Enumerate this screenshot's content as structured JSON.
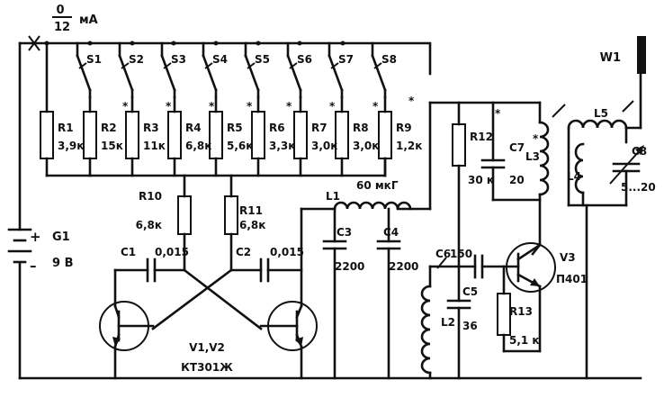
{
  "meter": {
    "fraction_top": "0",
    "fraction_bottom": "12",
    "unit": "мА"
  },
  "switches": [
    "S1",
    "S2",
    "S3",
    "S4",
    "S5",
    "S6",
    "S7",
    "S8"
  ],
  "top_resistors": [
    {
      "name": "R1",
      "value": "3,9к"
    },
    {
      "name": "R2",
      "value": "15к"
    },
    {
      "name": "R3",
      "value": "11к"
    },
    {
      "name": "R4",
      "value": "6,8к"
    },
    {
      "name": "R5",
      "value": "5,6к"
    },
    {
      "name": "R6",
      "value": "3,3к"
    },
    {
      "name": "R7",
      "value": "3,0к"
    },
    {
      "name": "R8",
      "value": "3,0к"
    },
    {
      "name": "R9",
      "value": "1,2к"
    }
  ],
  "battery": {
    "name": "G1",
    "value": "9 В",
    "plus": "+",
    "minus": "–"
  },
  "r10": {
    "name": "R10",
    "value": "6,8к"
  },
  "r11": {
    "name": "R11",
    "value": "6,8к"
  },
  "c1": {
    "name": "C1",
    "value": "0,015"
  },
  "c2": {
    "name": "C2",
    "value": "0,015"
  },
  "transistors_label": {
    "names": "V1,V2",
    "type": "КТ301Ж"
  },
  "l1": {
    "name": "L1",
    "value": "60 мкГ"
  },
  "c3": {
    "name": "C3",
    "value": "2200"
  },
  "c4": {
    "name": "C4",
    "value": "2200"
  },
  "r12": {
    "name": "R12",
    "value": "30 к"
  },
  "c7": {
    "name": "C7",
    "value": "20"
  },
  "l3": {
    "name": "L3"
  },
  "c6": {
    "name": "C6",
    "value": "150"
  },
  "c5": {
    "name": "C5",
    "value": "36"
  },
  "l2": {
    "name": "L2"
  },
  "r13": {
    "name": "R13",
    "value": "5,1 к"
  },
  "v3": {
    "name": "V3",
    "type": "П401"
  },
  "l5": {
    "name": "L5"
  },
  "l4": {
    "name": "L4"
  },
  "c8": {
    "name": "C8",
    "value": "5...20"
  },
  "antenna": {
    "name": "W1"
  }
}
